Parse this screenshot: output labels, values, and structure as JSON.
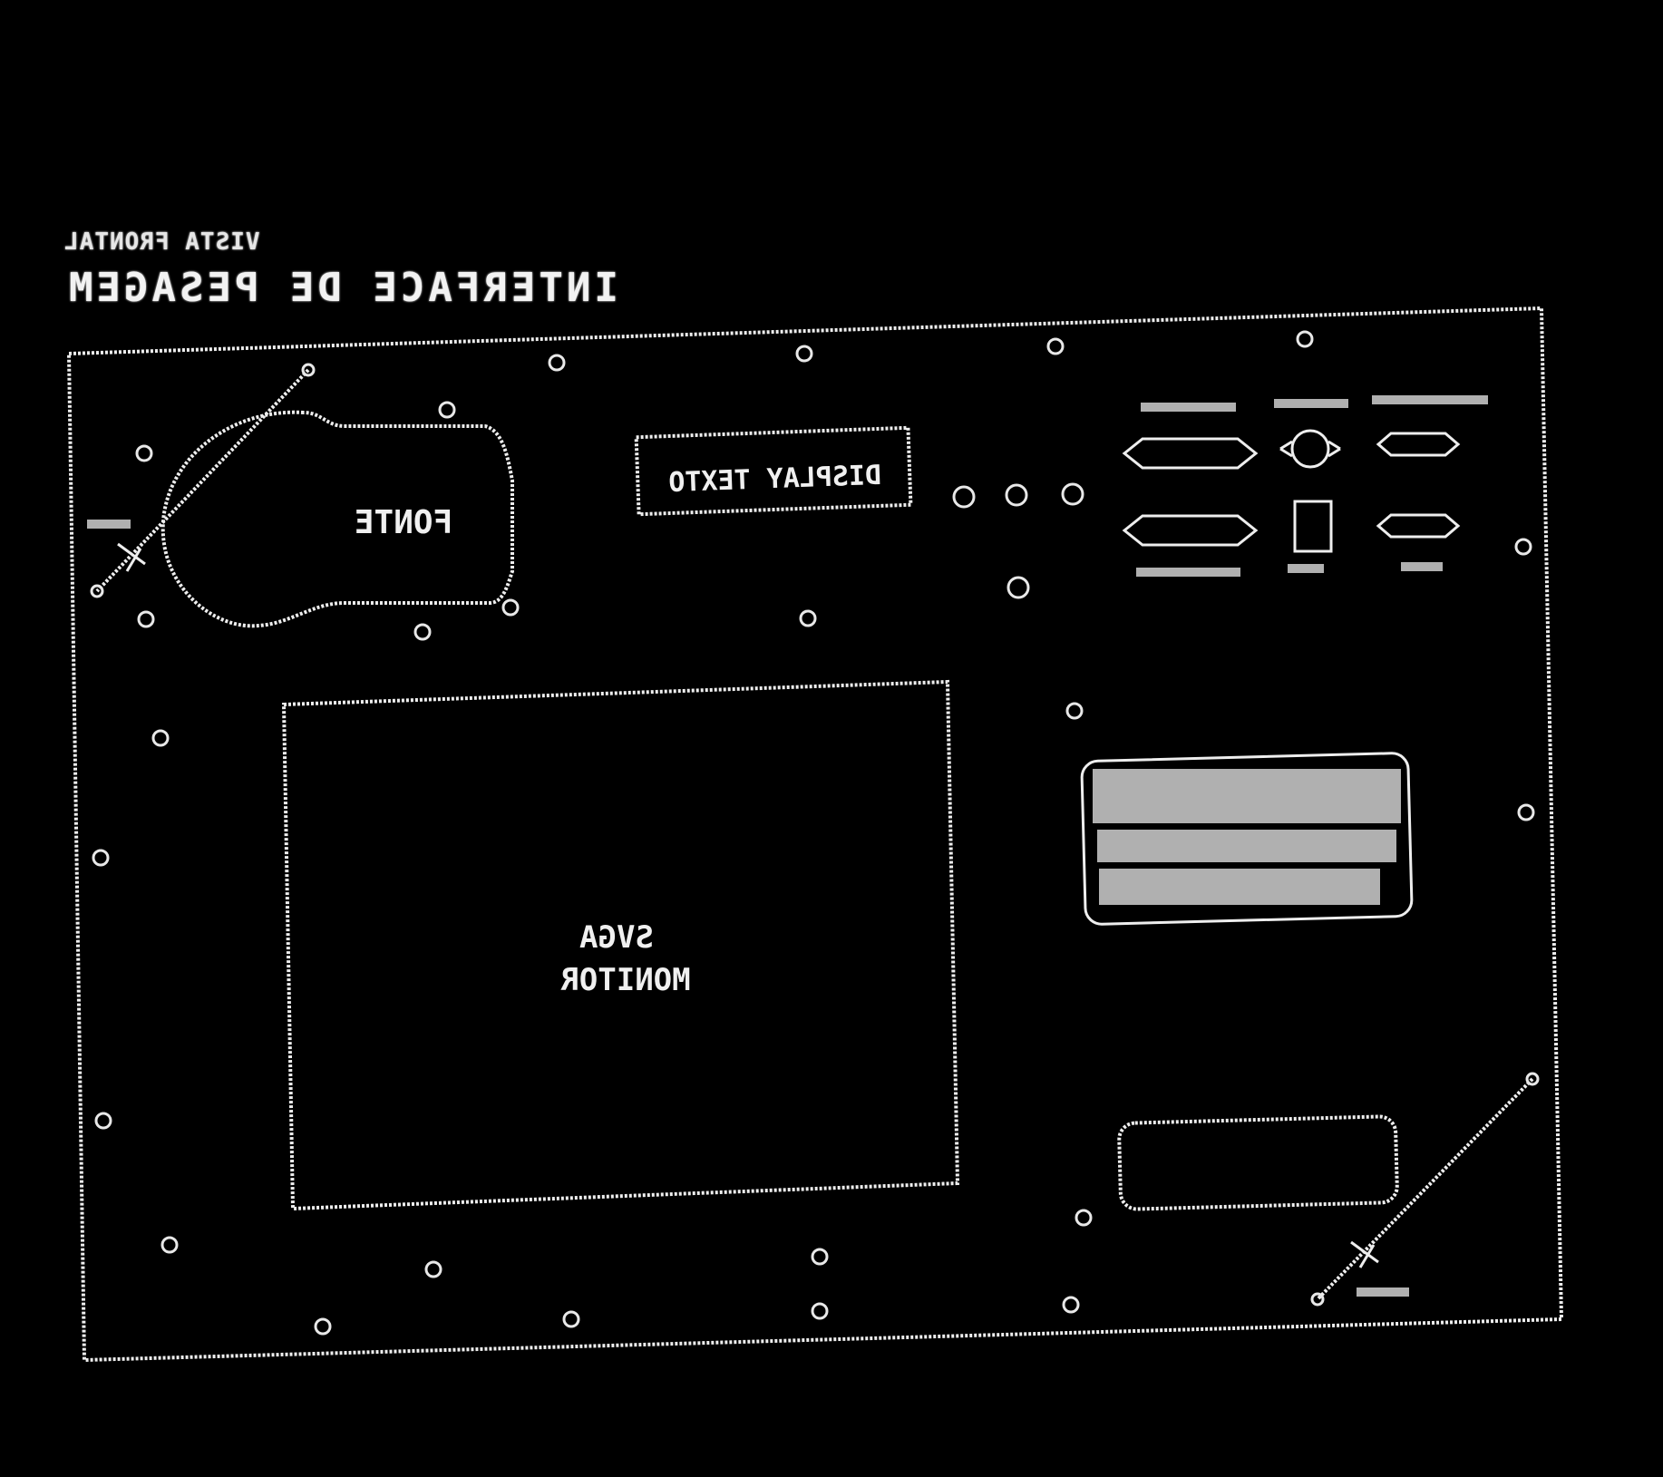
{
  "header": {
    "subtitle": "VISTA FRONTAL",
    "title": "INTERFACE DE PESAGEM"
  },
  "panel": {
    "source_label": "FONTE",
    "display_label": "DISPLAY TEXTO",
    "monitor_label_line1": "SVGA",
    "monitor_label_line2": "MONITOR",
    "connectors": {
      "top_left": "",
      "top_middle": "",
      "top_right": "",
      "bottom_left": "",
      "bottom_middle": "",
      "bottom_right": ""
    },
    "left_pivot_label": "",
    "right_pivot_label": ""
  },
  "colors": {
    "background": "#000000",
    "line": "#eeeeee"
  }
}
